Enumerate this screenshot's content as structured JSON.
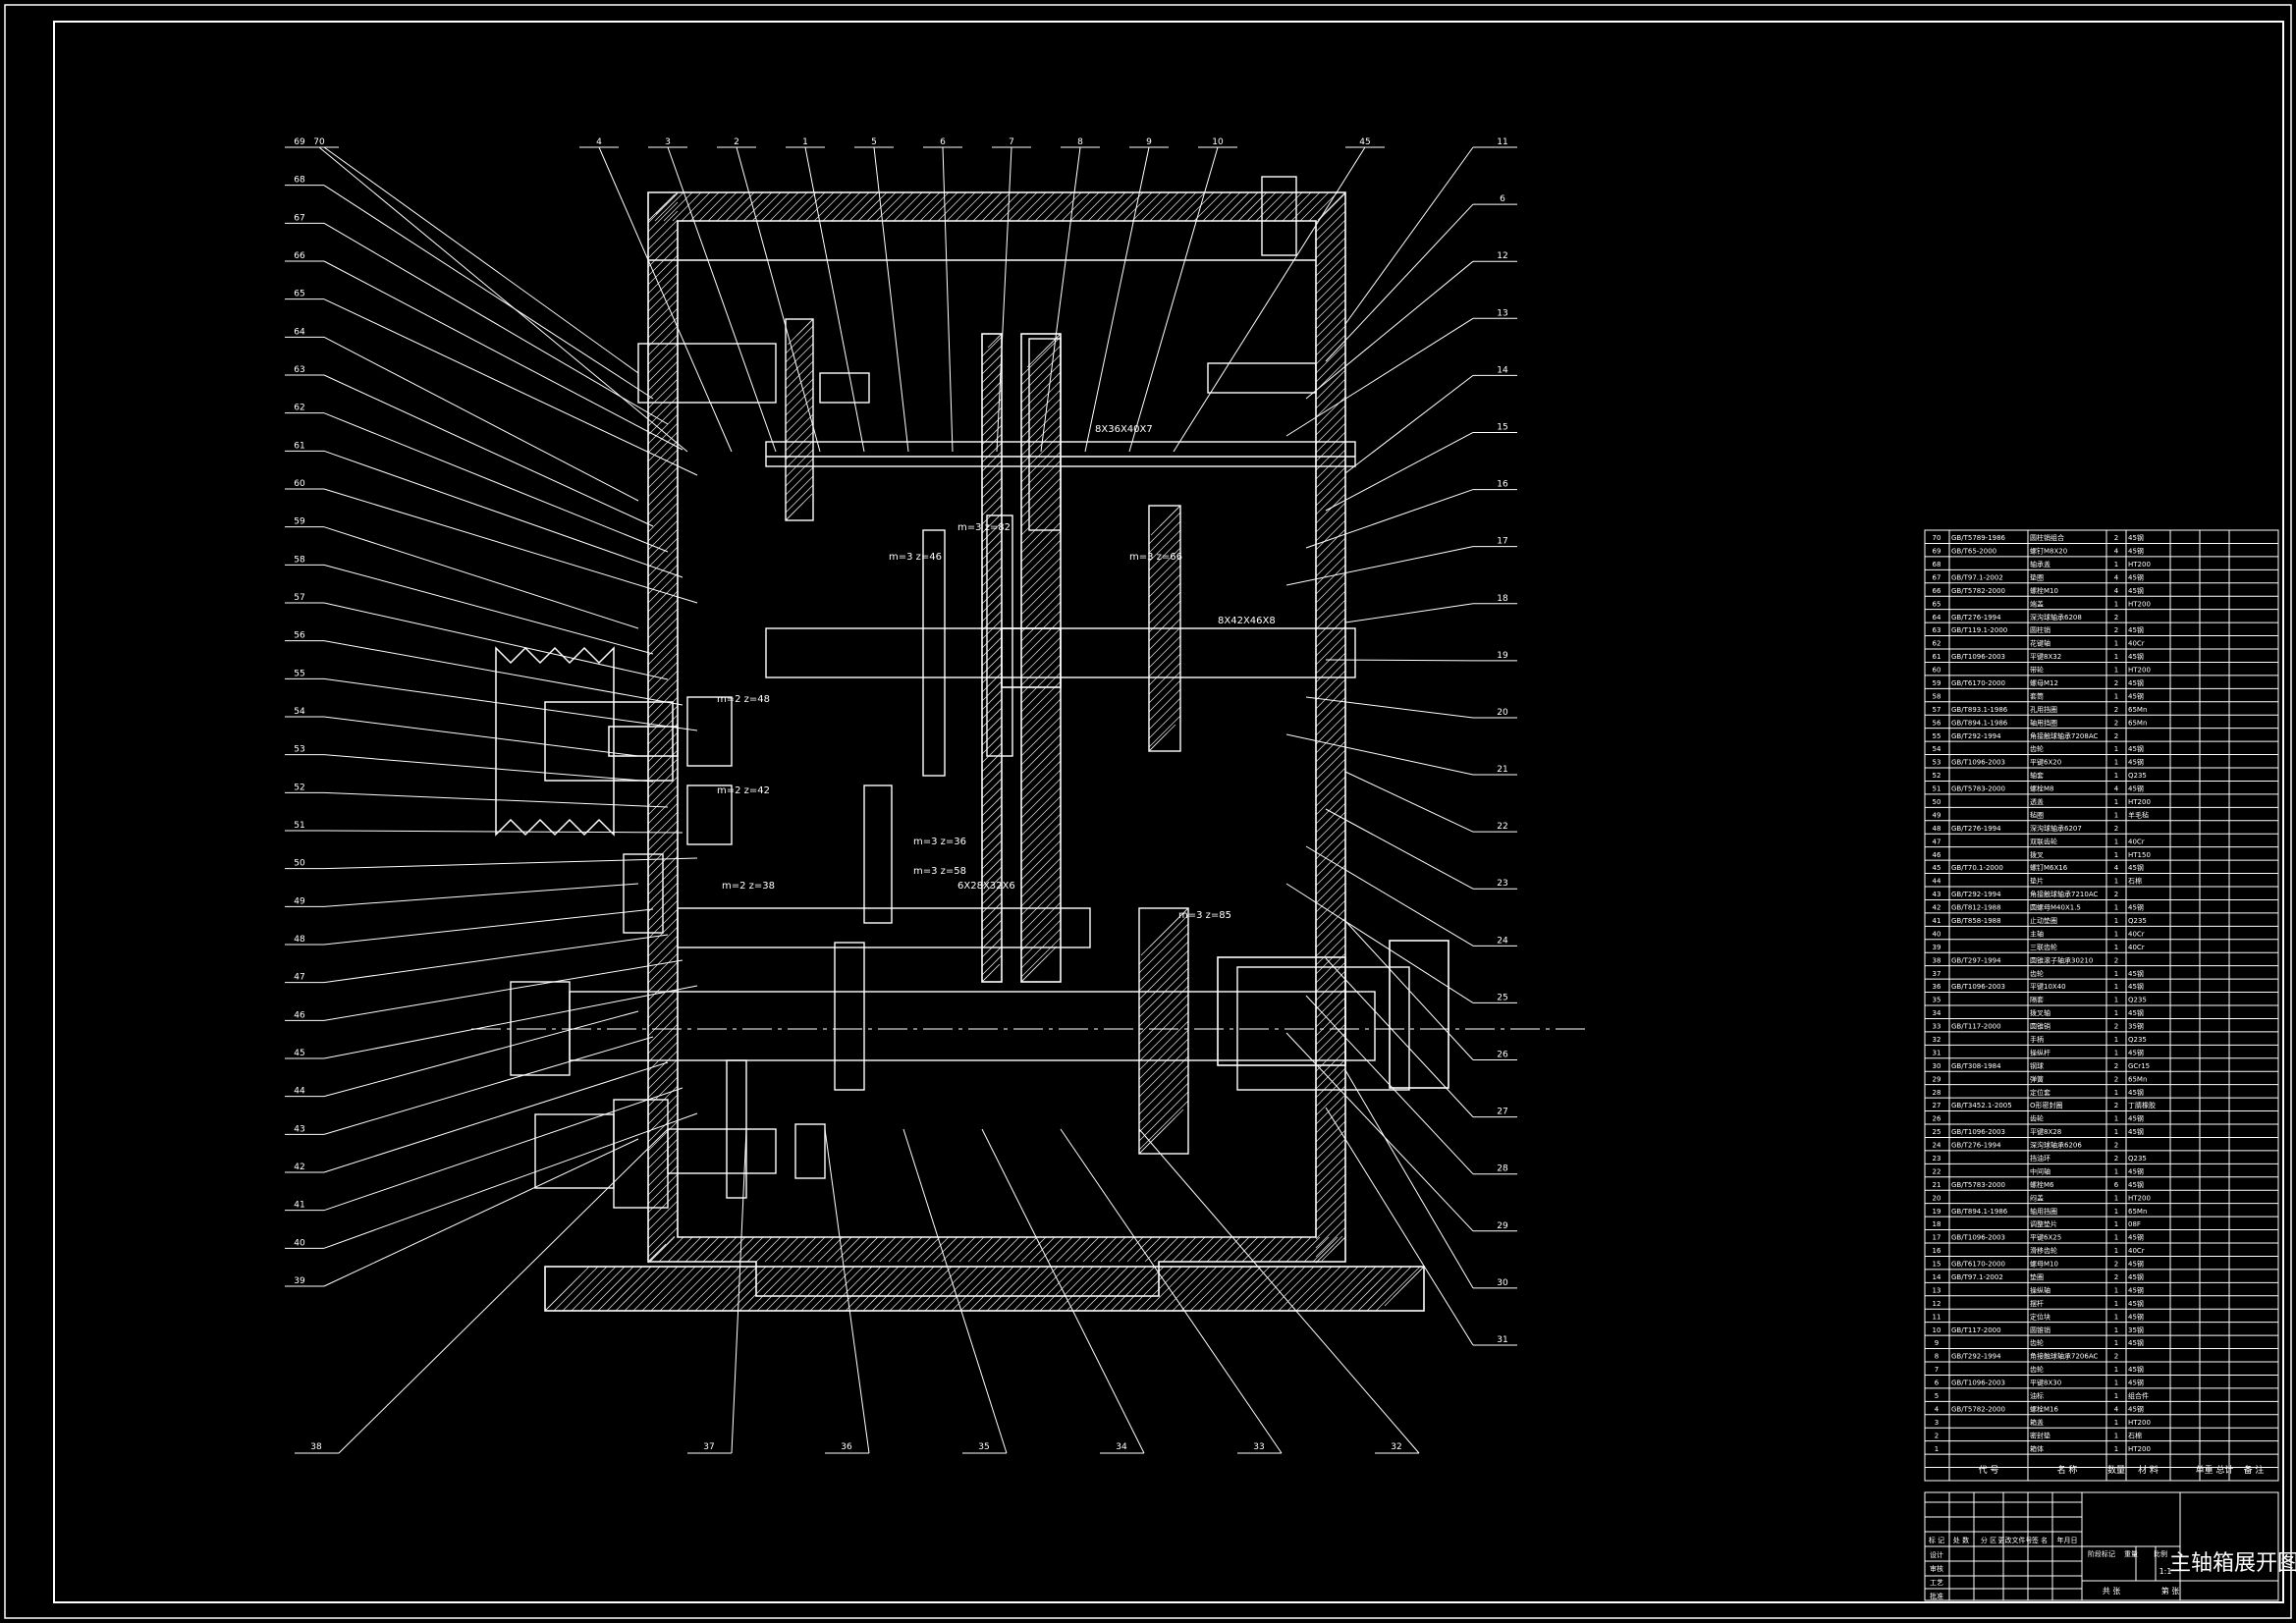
{
  "drawing": {
    "title": "主轴箱展开图",
    "scale": "1:1"
  },
  "colors": {
    "background": "#000000",
    "line": "#ffffff"
  },
  "gear_annotations": [
    "m=3  z=46",
    "m=3  z=82",
    "m=3  z=66",
    "m=2  z=48",
    "m=2  z=42",
    "m=3  z=36",
    "m=3  z=58",
    "m=3  z=85",
    "m=2  z=38",
    "8X36X40X7",
    "8X42X46X8",
    "6X28X32X6"
  ],
  "title_block": {
    "headers": [
      "代 号",
      "名 称",
      "数量",
      "材 料",
      "单重 总计",
      "备 注"
    ],
    "sign_rows": [
      "标 记",
      "处 数",
      "分 区",
      "更改文件号",
      "签 名",
      "年月日"
    ],
    "roles": [
      "设计",
      "审核",
      "工艺",
      "批准"
    ],
    "footer": [
      "共 张",
      "第 张"
    ],
    "labels": [
      "阶段标记",
      "重量",
      "比例"
    ]
  },
  "bom_rows": [
    {
      "no": "70",
      "code": "GB/T5789-1986",
      "name": "圆柱销组合",
      "qty": "2",
      "mat": "45钢"
    },
    {
      "no": "69",
      "code": "GB/T65-2000",
      "name": "螺钉M8X20",
      "qty": "4",
      "mat": "45钢"
    },
    {
      "no": "68",
      "code": "",
      "name": "轴承盖",
      "qty": "1",
      "mat": "HT200"
    },
    {
      "no": "67",
      "code": "GB/T97.1-2002",
      "name": "垫圈",
      "qty": "4",
      "mat": "45钢"
    },
    {
      "no": "66",
      "code": "GB/T5782-2000",
      "name": "螺栓M10",
      "qty": "4",
      "mat": "45钢"
    },
    {
      "no": "65",
      "code": "",
      "name": "端盖",
      "qty": "1",
      "mat": "HT200"
    },
    {
      "no": "64",
      "code": "GB/T276-1994",
      "name": "深沟球轴承6208",
      "qty": "2",
      "mat": ""
    },
    {
      "no": "63",
      "code": "GB/T119.1-2000",
      "name": "圆柱销",
      "qty": "2",
      "mat": "45钢"
    },
    {
      "no": "62",
      "code": "",
      "name": "花键轴",
      "qty": "1",
      "mat": "40Cr"
    },
    {
      "no": "61",
      "code": "GB/T1096-2003",
      "name": "平键8X32",
      "qty": "1",
      "mat": "45钢"
    },
    {
      "no": "60",
      "code": "",
      "name": "带轮",
      "qty": "1",
      "mat": "HT200"
    },
    {
      "no": "59",
      "code": "GB/T6170-2000",
      "name": "螺母M12",
      "qty": "2",
      "mat": "45钢"
    },
    {
      "no": "58",
      "code": "",
      "name": "套筒",
      "qty": "1",
      "mat": "45钢"
    },
    {
      "no": "57",
      "code": "GB/T893.1-1986",
      "name": "孔用挡圈",
      "qty": "2",
      "mat": "65Mn"
    },
    {
      "no": "56",
      "code": "GB/T894.1-1986",
      "name": "轴用挡圈",
      "qty": "2",
      "mat": "65Mn"
    },
    {
      "no": "55",
      "code": "GB/T292-1994",
      "name": "角接触球轴承7208AC",
      "qty": "2",
      "mat": ""
    },
    {
      "no": "54",
      "code": "",
      "name": "齿轮",
      "qty": "1",
      "mat": "45钢"
    },
    {
      "no": "53",
      "code": "GB/T1096-2003",
      "name": "平键6X20",
      "qty": "1",
      "mat": "45钢"
    },
    {
      "no": "52",
      "code": "",
      "name": "轴套",
      "qty": "1",
      "mat": "Q235"
    },
    {
      "no": "51",
      "code": "GB/T5783-2000",
      "name": "螺栓M8",
      "qty": "4",
      "mat": "45钢"
    },
    {
      "no": "50",
      "code": "",
      "name": "透盖",
      "qty": "1",
      "mat": "HT200"
    },
    {
      "no": "49",
      "code": "",
      "name": "毡圈",
      "qty": "1",
      "mat": "羊毛毡"
    },
    {
      "no": "48",
      "code": "GB/T276-1994",
      "name": "深沟球轴承6207",
      "qty": "2",
      "mat": ""
    },
    {
      "no": "47",
      "code": "",
      "name": "双联齿轮",
      "qty": "1",
      "mat": "40Cr"
    },
    {
      "no": "46",
      "code": "",
      "name": "拨叉",
      "qty": "1",
      "mat": "HT150"
    },
    {
      "no": "45",
      "code": "GB/T70.1-2000",
      "name": "螺钉M6X16",
      "qty": "4",
      "mat": "45钢"
    },
    {
      "no": "44",
      "code": "",
      "name": "垫片",
      "qty": "1",
      "mat": "石棉"
    },
    {
      "no": "43",
      "code": "GB/T292-1994",
      "name": "角接触球轴承7210AC",
      "qty": "2",
      "mat": ""
    },
    {
      "no": "42",
      "code": "GB/T812-1988",
      "name": "圆螺母M40X1.5",
      "qty": "1",
      "mat": "45钢"
    },
    {
      "no": "41",
      "code": "GB/T858-1988",
      "name": "止动垫圈",
      "qty": "1",
      "mat": "Q235"
    },
    {
      "no": "40",
      "code": "",
      "name": "主轴",
      "qty": "1",
      "mat": "40Cr"
    },
    {
      "no": "39",
      "code": "",
      "name": "三联齿轮",
      "qty": "1",
      "mat": "40Cr"
    },
    {
      "no": "38",
      "code": "GB/T297-1994",
      "name": "圆锥滚子轴承30210",
      "qty": "2",
      "mat": ""
    },
    {
      "no": "37",
      "code": "",
      "name": "齿轮",
      "qty": "1",
      "mat": "45钢"
    },
    {
      "no": "36",
      "code": "GB/T1096-2003",
      "name": "平键10X40",
      "qty": "1",
      "mat": "45钢"
    },
    {
      "no": "35",
      "code": "",
      "name": "隔套",
      "qty": "1",
      "mat": "Q235"
    },
    {
      "no": "34",
      "code": "",
      "name": "拨叉轴",
      "qty": "1",
      "mat": "45钢"
    },
    {
      "no": "33",
      "code": "GB/T117-2000",
      "name": "圆锥销",
      "qty": "2",
      "mat": "35钢"
    },
    {
      "no": "32",
      "code": "",
      "name": "手柄",
      "qty": "1",
      "mat": "Q235"
    },
    {
      "no": "31",
      "code": "",
      "name": "操纵杆",
      "qty": "1",
      "mat": "45钢"
    },
    {
      "no": "30",
      "code": "GB/T308-1984",
      "name": "钢球",
      "qty": "2",
      "mat": "GCr15"
    },
    {
      "no": "29",
      "code": "",
      "name": "弹簧",
      "qty": "2",
      "mat": "65Mn"
    },
    {
      "no": "28",
      "code": "",
      "name": "定位套",
      "qty": "1",
      "mat": "45钢"
    },
    {
      "no": "27",
      "code": "GB/T3452.1-2005",
      "name": "O形密封圈",
      "qty": "2",
      "mat": "丁腈橡胶"
    },
    {
      "no": "26",
      "code": "",
      "name": "齿轮",
      "qty": "1",
      "mat": "45钢"
    },
    {
      "no": "25",
      "code": "GB/T1096-2003",
      "name": "平键8X28",
      "qty": "1",
      "mat": "45钢"
    },
    {
      "no": "24",
      "code": "GB/T276-1994",
      "name": "深沟球轴承6206",
      "qty": "2",
      "mat": ""
    },
    {
      "no": "23",
      "code": "",
      "name": "挡油环",
      "qty": "2",
      "mat": "Q235"
    },
    {
      "no": "22",
      "code": "",
      "name": "中间轴",
      "qty": "1",
      "mat": "45钢"
    },
    {
      "no": "21",
      "code": "GB/T5783-2000",
      "name": "螺栓M6",
      "qty": "6",
      "mat": "45钢"
    },
    {
      "no": "20",
      "code": "",
      "name": "闷盖",
      "qty": "1",
      "mat": "HT200"
    },
    {
      "no": "19",
      "code": "GB/T894.1-1986",
      "name": "轴用挡圈",
      "qty": "1",
      "mat": "65Mn"
    },
    {
      "no": "18",
      "code": "",
      "name": "调整垫片",
      "qty": "1",
      "mat": "08F"
    },
    {
      "no": "17",
      "code": "GB/T1096-2003",
      "name": "平键6X25",
      "qty": "1",
      "mat": "45钢"
    },
    {
      "no": "16",
      "code": "",
      "name": "滑移齿轮",
      "qty": "1",
      "mat": "40Cr"
    },
    {
      "no": "15",
      "code": "GB/T6170-2000",
      "name": "螺母M10",
      "qty": "2",
      "mat": "45钢"
    },
    {
      "no": "14",
      "code": "GB/T97.1-2002",
      "name": "垫圈",
      "qty": "2",
      "mat": "45钢"
    },
    {
      "no": "13",
      "code": "",
      "name": "操纵轴",
      "qty": "1",
      "mat": "45钢"
    },
    {
      "no": "12",
      "code": "",
      "name": "摆杆",
      "qty": "1",
      "mat": "45钢"
    },
    {
      "no": "11",
      "code": "",
      "name": "定位块",
      "qty": "1",
      "mat": "45钢"
    },
    {
      "no": "10",
      "code": "GB/T117-2000",
      "name": "圆锥销",
      "qty": "1",
      "mat": "35钢"
    },
    {
      "no": "9",
      "code": "",
      "name": "齿轮",
      "qty": "1",
      "mat": "45钢"
    },
    {
      "no": "8",
      "code": "GB/T292-1994",
      "name": "角接触球轴承7206AC",
      "qty": "2",
      "mat": ""
    },
    {
      "no": "7",
      "code": "",
      "name": "齿轮",
      "qty": "1",
      "mat": "45钢"
    },
    {
      "no": "6",
      "code": "GB/T1096-2003",
      "name": "平键8X30",
      "qty": "1",
      "mat": "45钢"
    },
    {
      "no": "5",
      "code": "",
      "name": "油标",
      "qty": "1",
      "mat": "组合件"
    },
    {
      "no": "4",
      "code": "GB/T5782-2000",
      "name": "螺栓M16",
      "qty": "4",
      "mat": "45钢"
    },
    {
      "no": "3",
      "code": "",
      "name": "箱盖",
      "qty": "1",
      "mat": "HT200"
    },
    {
      "no": "2",
      "code": "",
      "name": "密封垫",
      "qty": "1",
      "mat": "石棉"
    },
    {
      "no": "1",
      "code": "",
      "name": "箱体",
      "qty": "1",
      "mat": "HT200"
    }
  ],
  "balloons_top": [
    "70",
    "4",
    "3",
    "2",
    "1",
    "5",
    "6",
    "7",
    "8",
    "9",
    "10",
    "45"
  ],
  "balloons_left": [
    "69",
    "68",
    "67",
    "66",
    "65",
    "64",
    "63",
    "62",
    "61",
    "60",
    "59",
    "58",
    "57",
    "56",
    "55",
    "54",
    "53",
    "52",
    "51",
    "50",
    "49",
    "48",
    "47",
    "46",
    "45",
    "44",
    "43",
    "42",
    "41",
    "40",
    "39"
  ],
  "balloons_right": [
    "11",
    "6",
    "12",
    "13",
    "14",
    "15",
    "16",
    "17",
    "18",
    "19",
    "20",
    "21",
    "22",
    "23",
    "24",
    "25",
    "26",
    "27",
    "28",
    "29",
    "30",
    "31"
  ],
  "balloons_bottom": [
    "38",
    "37",
    "36",
    "35",
    "34",
    "33",
    "32"
  ]
}
